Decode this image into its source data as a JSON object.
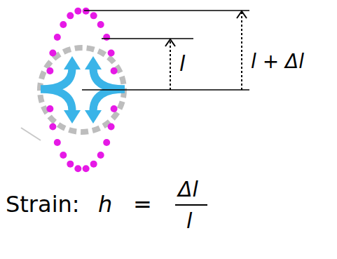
{
  "diagram": {
    "labels": [
      "l",
      "l + Δl",
      "Strain:",
      "h",
      "=",
      "Δl",
      "l"
    ]
  }
}
